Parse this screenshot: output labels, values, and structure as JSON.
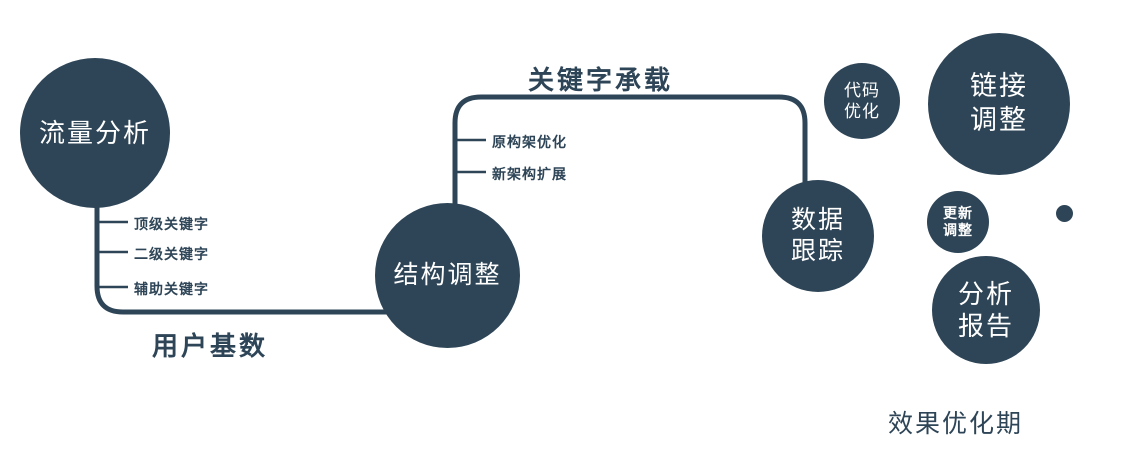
{
  "colors": {
    "primary": "#2e4557",
    "background": "#ffffff",
    "node_text": "#ffffff"
  },
  "nodes": {
    "traffic": {
      "label": "流量分析"
    },
    "structure": {
      "label": "结构调整"
    },
    "tracking": {
      "line1": "数据",
      "line2": "跟踪"
    },
    "code": {
      "line1": "代码",
      "line2": "优化"
    },
    "link": {
      "line1": "链接",
      "line2": "调整"
    },
    "update": {
      "line1": "更新",
      "line2": "调整"
    },
    "report": {
      "line1": "分析",
      "line2": "报告"
    }
  },
  "edges": {
    "user_base": "用户基数",
    "keyword_carry": "关键字承载"
  },
  "branches": {
    "left": [
      "顶级关键字",
      "二级关键字",
      "辅助关键字"
    ],
    "mid": [
      "原构架优化",
      "新架构扩展"
    ]
  },
  "footer": "效果优化期"
}
